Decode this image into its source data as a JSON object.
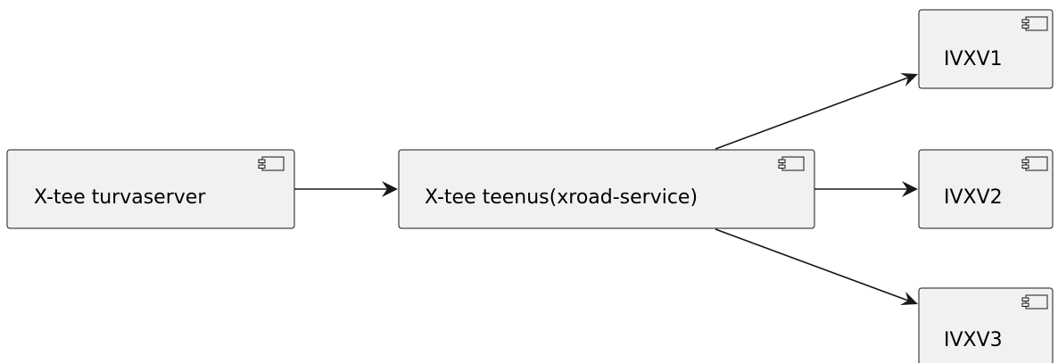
{
  "diagram": {
    "type": "component",
    "nodes": [
      {
        "id": "turvaserver",
        "label": "X-tee turvaserver",
        "icon": "component-icon"
      },
      {
        "id": "teenus",
        "label": "X-tee teenus(xroad-service)",
        "icon": "component-icon"
      },
      {
        "id": "ivxv1",
        "label": "IVXV1",
        "icon": "component-icon"
      },
      {
        "id": "ivxv2",
        "label": "IVXV2",
        "icon": "component-icon"
      },
      {
        "id": "ivxv3",
        "label": "IVXV3",
        "icon": "component-icon"
      }
    ],
    "edges": [
      {
        "from": "turvaserver",
        "to": "teenus"
      },
      {
        "from": "teenus",
        "to": "ivxv1"
      },
      {
        "from": "teenus",
        "to": "ivxv2"
      },
      {
        "from": "teenus",
        "to": "ivxv3"
      }
    ],
    "colors": {
      "node_fill": "#f1f1f1",
      "stroke": "#181818",
      "text": "#000000",
      "background": "#ffffff"
    }
  }
}
